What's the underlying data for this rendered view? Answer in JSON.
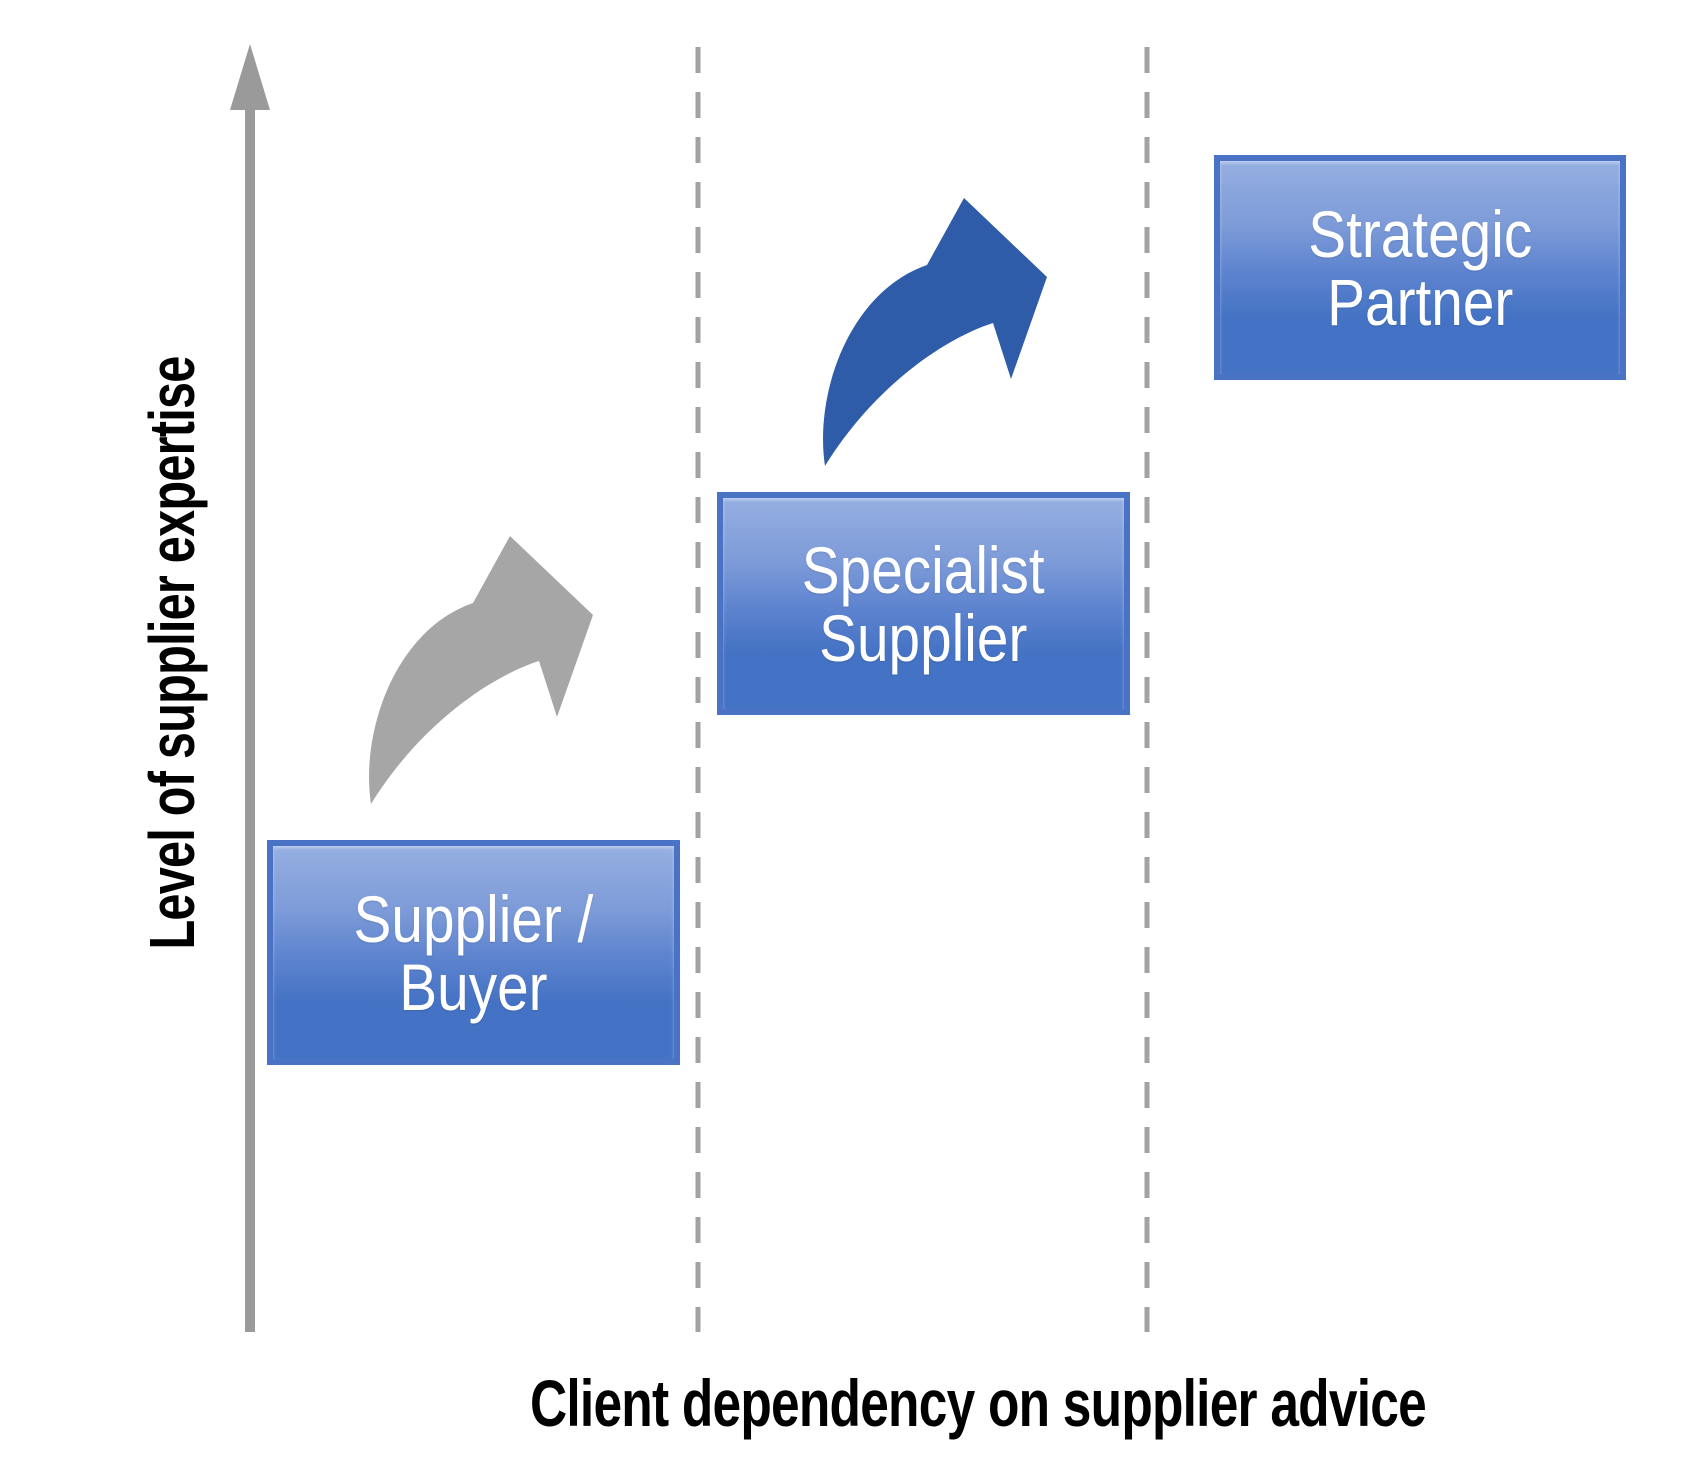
{
  "axes": {
    "y_label": "Level of supplier expertise",
    "x_label": "Client dependency on supplier advice"
  },
  "stages": [
    {
      "name": "supplier-buyer",
      "lines": [
        "Supplier /",
        "Buyer"
      ]
    },
    {
      "name": "specialist-supplier",
      "lines": [
        "Specialist",
        "Supplier"
      ]
    },
    {
      "name": "strategic-partner",
      "lines": [
        "Strategic",
        "Partner"
      ]
    }
  ],
  "arrows": [
    {
      "name": "gray-transition-arrow",
      "from": "supplier-buyer",
      "to": "specialist-supplier",
      "color": "#A6A6A6"
    },
    {
      "name": "blue-transition-arrow",
      "from": "specialist-supplier",
      "to": "strategic-partner",
      "color": "#2F5CA8"
    }
  ],
  "colors": {
    "background": "#FFFFFF",
    "box_fill_top": "#96AFE1",
    "box_fill_bottom": "#4472C4",
    "box_border": "#4A73C5",
    "box_text": "#FFFFFF",
    "axis_gray": "#9A9A9A",
    "dashed_gray": "#A2A2A2",
    "arrow_gray": "#A6A6A6",
    "arrow_blue": "#2F5CA8",
    "label_text": "#000000"
  }
}
